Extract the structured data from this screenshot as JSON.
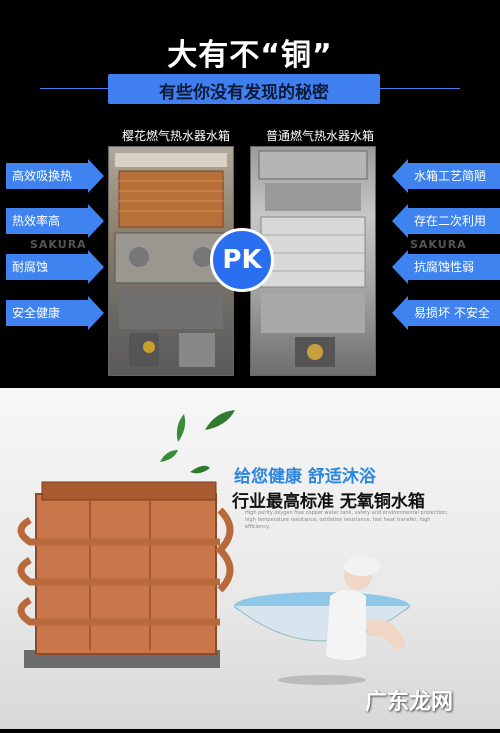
{
  "headline": "大有不“铜”",
  "banner": "有些你没有发现的秘密",
  "left_panel_label": "樱花燃气热水器水箱",
  "right_panel_label": "普通燃气热水器水箱",
  "pk_label": "PK",
  "left_features": [
    "高效吸换热",
    "热效率高",
    "耐腐蚀",
    "安全健康"
  ],
  "right_features": [
    "水箱工艺简陋",
    "存在二次利用",
    "抗腐蚀性弱",
    "易损坏 不安全"
  ],
  "watermark": "SAKURA",
  "slogan_line1": "给您健康 舒适沐浴",
  "slogan_line2": "行业最高标准 无氧铜水箱",
  "small_text": "High purity oxygen free copper water tank, safety and environmental protection; high temperature resistance, oxidation resistance, fast heat transfer, high efficiency.",
  "site_mark": "广东龙网",
  "colors": {
    "accent": "#3f83f0",
    "slogan": "#2d86e0"
  }
}
